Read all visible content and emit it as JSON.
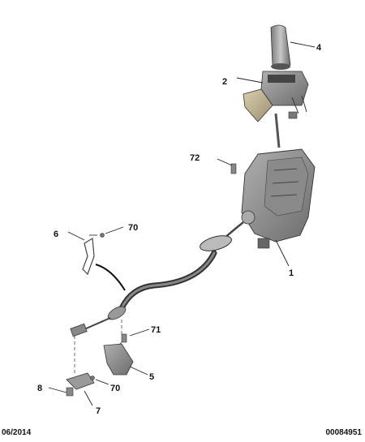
{
  "callouts": {
    "c1": "1",
    "c2": "2",
    "c4": "4",
    "c5": "5",
    "c6": "6",
    "c7": "7",
    "c8": "8",
    "c70a": "70",
    "c70b": "70",
    "c71": "71",
    "c72": "72"
  },
  "footer": {
    "date": "06/2014",
    "ref": "00084951"
  }
}
